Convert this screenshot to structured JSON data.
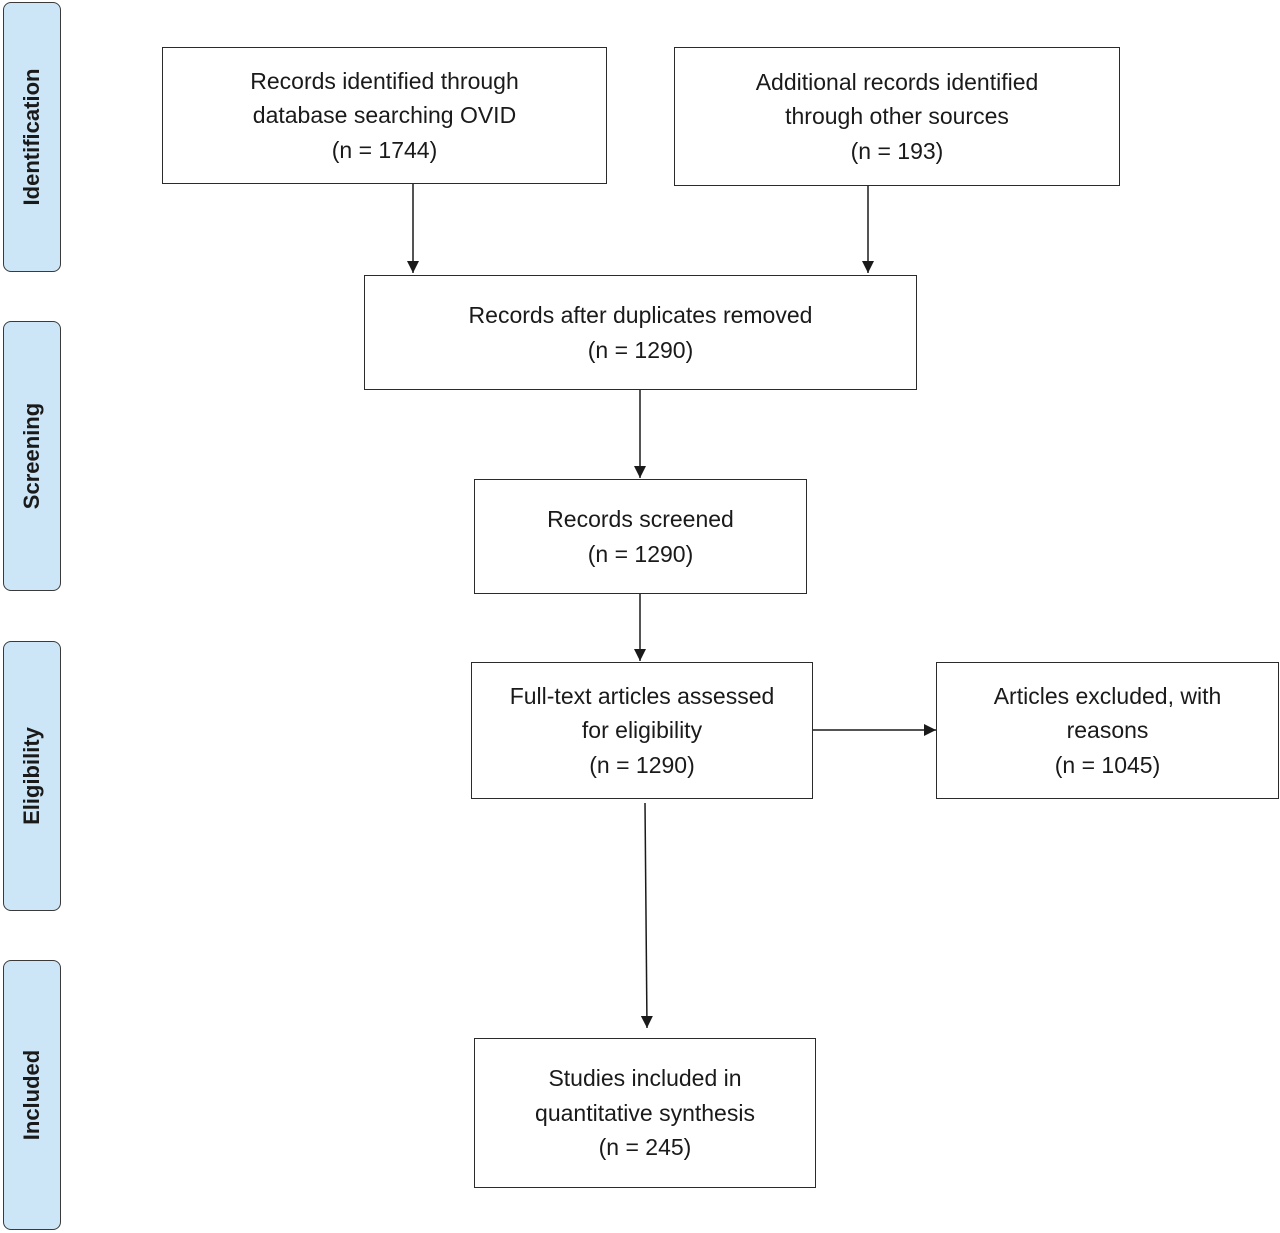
{
  "phases": {
    "identification": "Identification",
    "screening": "Screening",
    "eligibility": "Eligibility",
    "included": "Included"
  },
  "boxes": {
    "database": {
      "line1": "Records identified through",
      "line2": "database searching OVID",
      "count": "(n = 1744)"
    },
    "other_sources": {
      "line1": "Additional records identified",
      "line2": "through other sources",
      "count": "(n = 193)"
    },
    "duplicates_removed": {
      "line1": "Records after duplicates removed",
      "count": "(n = 1290)"
    },
    "screened": {
      "line1": "Records screened",
      "count": "(n = 1290)"
    },
    "full_text": {
      "line1": "Full-text articles assessed",
      "line2": "for eligibility",
      "count": "(n = 1290)"
    },
    "excluded": {
      "line1": "Articles excluded, with",
      "line2": "reasons",
      "count": "(n = 1045)"
    },
    "included_studies": {
      "line1": "Studies included in",
      "line2": "quantitative synthesis",
      "count": "(n = 245)"
    }
  },
  "colors": {
    "phase_fill": "#cce6f7",
    "line": "#2b2b2b"
  }
}
